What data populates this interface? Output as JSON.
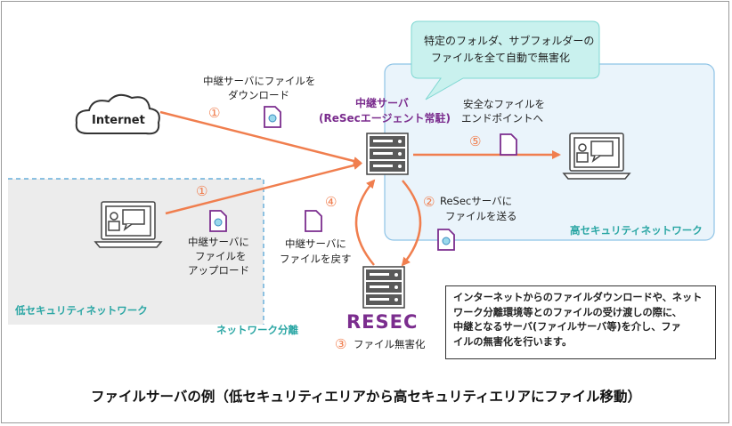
{
  "internet_label": "Internet",
  "step1_top": {
    "num": "①",
    "line1": "中継サーバにファイルを",
    "line2": "ダウンロード"
  },
  "step1_left": {
    "num": "①",
    "line1": "中継サーバに",
    "line2": "ファイルを",
    "line3": "アップロード"
  },
  "relay_server": {
    "line1": "中継サーバ",
    "line2": "(ReSecエージェント常駐)"
  },
  "callout": {
    "line1": "特定のフォルダ、サブフォルダーの",
    "line2": "ファイルを全て自動で無害化"
  },
  "step5": {
    "num": "⑤",
    "line1": "安全なファイルを",
    "line2": "エンドポイントへ"
  },
  "step2": {
    "num": "②",
    "line1": "ReSecサーバに",
    "line2": "ファイルを送る"
  },
  "step4": {
    "num": "④",
    "line1": "中継サーバに",
    "line2": "ファイルを戻す"
  },
  "step3": {
    "num": "③",
    "label": "ファイル無害化"
  },
  "resec_logo": "RESEC",
  "zones": {
    "high": "高セキュリティネットワーク",
    "low": "低セキュリティネットワーク",
    "separation": "ネットワーク分離"
  },
  "note": {
    "line1": "インターネットからのファイルダウンロードや、ネット",
    "line2": "ワーク分離環境等とのファイルの受け渡しの際に、",
    "line3": "中継となるサーバ(ファイルサーバ等)を介し、ファ",
    "line4": "イルの無害化を行います。"
  },
  "caption": "ファイルサーバの例（低セキュリティエリアから高セキュリティエリアにファイル移動）",
  "colors": {
    "arrow": "#f07e4e",
    "teal": "#2aa6a4",
    "purple": "#7b2d8e",
    "high_zone_bg": "#eaf4fb",
    "high_zone_border": "#8ec3e6",
    "low_zone_bg": "#ececec",
    "low_zone_border": "#4a9fd4",
    "callout_bg": "#c9f1ee"
  }
}
